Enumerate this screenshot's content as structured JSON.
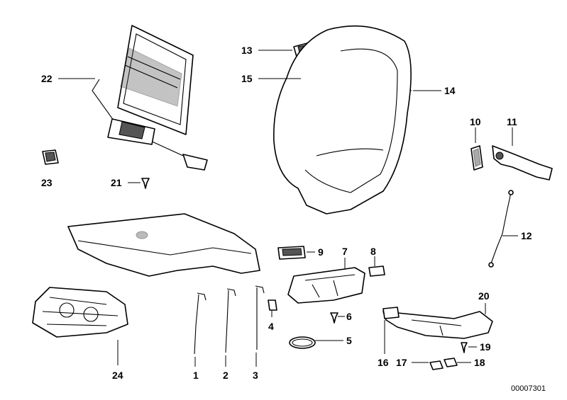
{
  "diagram": {
    "labels": [
      "1",
      "2",
      "3",
      "4",
      "5",
      "6",
      "7",
      "8",
      "9",
      "10",
      "11",
      "12",
      "13",
      "14",
      "15",
      "16",
      "17",
      "18",
      "19",
      "20",
      "21",
      "22",
      "23",
      "24"
    ],
    "code": "00007301"
  }
}
